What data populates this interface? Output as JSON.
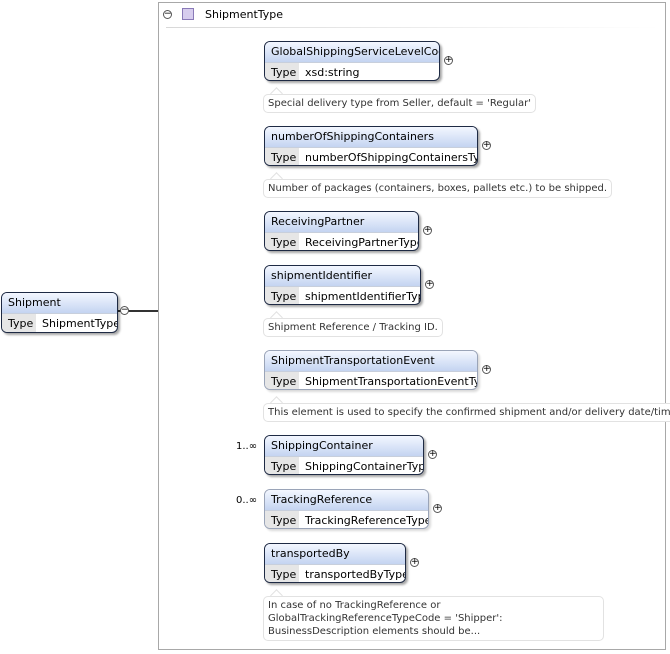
{
  "root": {
    "name": "Shipment",
    "type_label": "Type",
    "type_value": "ShipmentType"
  },
  "complex_type": {
    "name": "ShipmentType"
  },
  "elements": [
    {
      "name": "GlobalShippingServiceLevelCode",
      "type_label": "Type",
      "type_value": "xsd:string",
      "note": "Special delivery type from Seller, default = 'Regular'"
    },
    {
      "name": "numberOfShippingContainers",
      "type_label": "Type",
      "type_value": "numberOfShippingContainersType",
      "note": "Number of packages (containers, boxes, pallets etc.) to be shipped."
    },
    {
      "name": "ReceivingPartner",
      "type_label": "Type",
      "type_value": "ReceivingPartnerType"
    },
    {
      "name": "shipmentIdentifier",
      "type_label": "Type",
      "type_value": "shipmentIdentifierType",
      "note": "Shipment Reference / Tracking ID."
    },
    {
      "name": "ShipmentTransportationEvent",
      "type_label": "Type",
      "type_value": "ShipmentTransportationEventType",
      "note": "This element is used to specify the confirmed shipment and/or delivery date/time."
    },
    {
      "name": "ShippingContainer",
      "type_label": "Type",
      "type_value": "ShippingContainerType",
      "occurs": "1..∞"
    },
    {
      "name": "TrackingReference",
      "type_label": "Type",
      "type_value": "TrackingReferenceType",
      "occurs": "0..∞"
    },
    {
      "name": "transportedBy",
      "type_label": "Type",
      "type_value": "transportedByType",
      "note": "In case of no TrackingReference or GlobalTrackingReferenceTypeCode = 'Shipper': BusinessDescription elements should be..."
    }
  ],
  "symbols": {
    "collapse": "−",
    "expand": "+"
  },
  "colors": {
    "header_gradient_top": "#f3f7ff",
    "header_gradient_bottom": "#c4d4f1",
    "compositor_fill": "#fbefb6",
    "connector": "#333333"
  }
}
